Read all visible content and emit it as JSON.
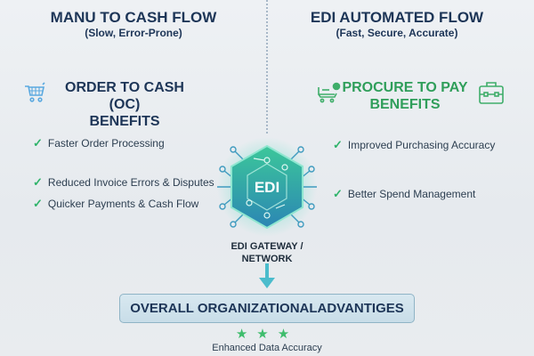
{
  "left_header": {
    "title": "MANU TO CASH FLOW",
    "subtitle": "(Slow, Error-Prone)"
  },
  "right_header": {
    "title": "EDI AUTOMATED FLOW",
    "subtitle": "(Fast, Secure, Accurate)"
  },
  "left_section": {
    "title_line1": "ORDER TO CASH (OC)",
    "title_line2": "BENEFITS",
    "icon": "shopping-cart-icon",
    "items": [
      "Faster Order Processing",
      "Reduced Invoice Errors & Disputes",
      "Quicker Payments & Cash Flow"
    ]
  },
  "right_section": {
    "title_line1": "PROCURE TO PAY",
    "title_line2": "BENEFITS",
    "icons": [
      "procurement-cart-icon",
      "briefcase-icon"
    ],
    "items": [
      "Improved Purchasing Accuracy",
      "Better Spend Management"
    ]
  },
  "gateway": {
    "badge": "EDI",
    "label_line1": "EDI GATEWAY /",
    "label_line2": "NETWORK"
  },
  "overall": {
    "label": "OVERALL ORGANIZATIONALADVANTIGES",
    "stars": "★★★",
    "caption": "Enhanced Data Accuracy"
  },
  "colors": {
    "navy": "#1d3557",
    "green": "#2f9e5a",
    "teal": "#3bb8c9",
    "cart_blue": "#5aa9e0"
  }
}
